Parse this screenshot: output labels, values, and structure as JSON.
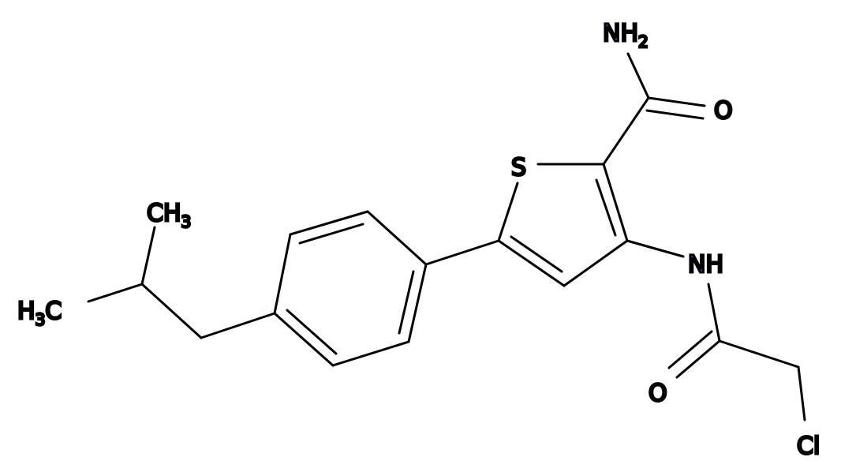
{
  "atoms": {
    "amide_n": {
      "text": "NH",
      "sub": "2",
      "color": "#3050F8"
    },
    "amide_o": {
      "text": "O",
      "color": "#FF0D0D"
    },
    "sulfur": {
      "text": "S",
      "color": "#9E8A1E"
    },
    "amine_nh": {
      "text": "NH",
      "color": "#3050F8"
    },
    "acyl_o": {
      "text": "O",
      "color": "#FF0D0D"
    },
    "chlorine": {
      "text": "Cl",
      "color": "#1FF01F"
    },
    "methyl_top": {
      "text": "CH",
      "sub": "3",
      "color": "#000000"
    },
    "methyl_left": {
      "pre": "H",
      "sub": "3",
      "text": "C",
      "color": "#000000"
    }
  },
  "bond_color": "#000000"
}
